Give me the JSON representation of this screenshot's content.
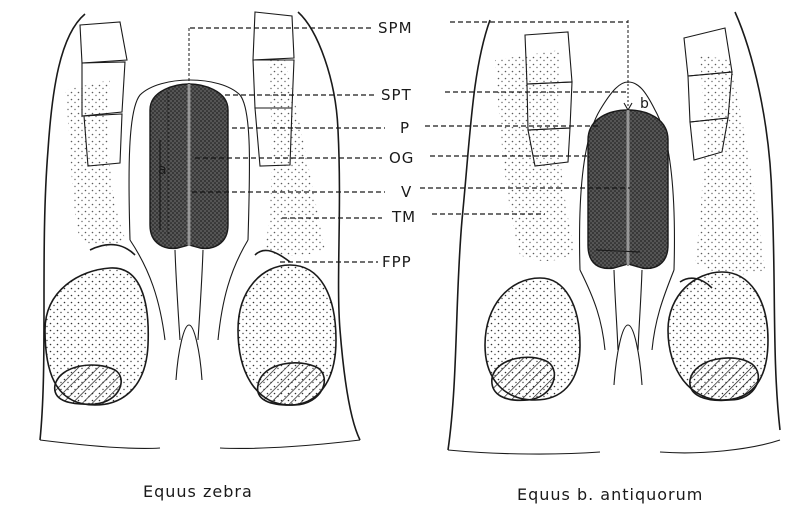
{
  "labels": {
    "spm": "SPM",
    "spt": "SPT",
    "p": "P",
    "og": "OG",
    "v": "V",
    "tm": "TM",
    "fpp": "FPP",
    "a": "a",
    "b": "b"
  },
  "captions": {
    "left": "Equus zebra",
    "right": "Equus b. antiquorum"
  }
}
